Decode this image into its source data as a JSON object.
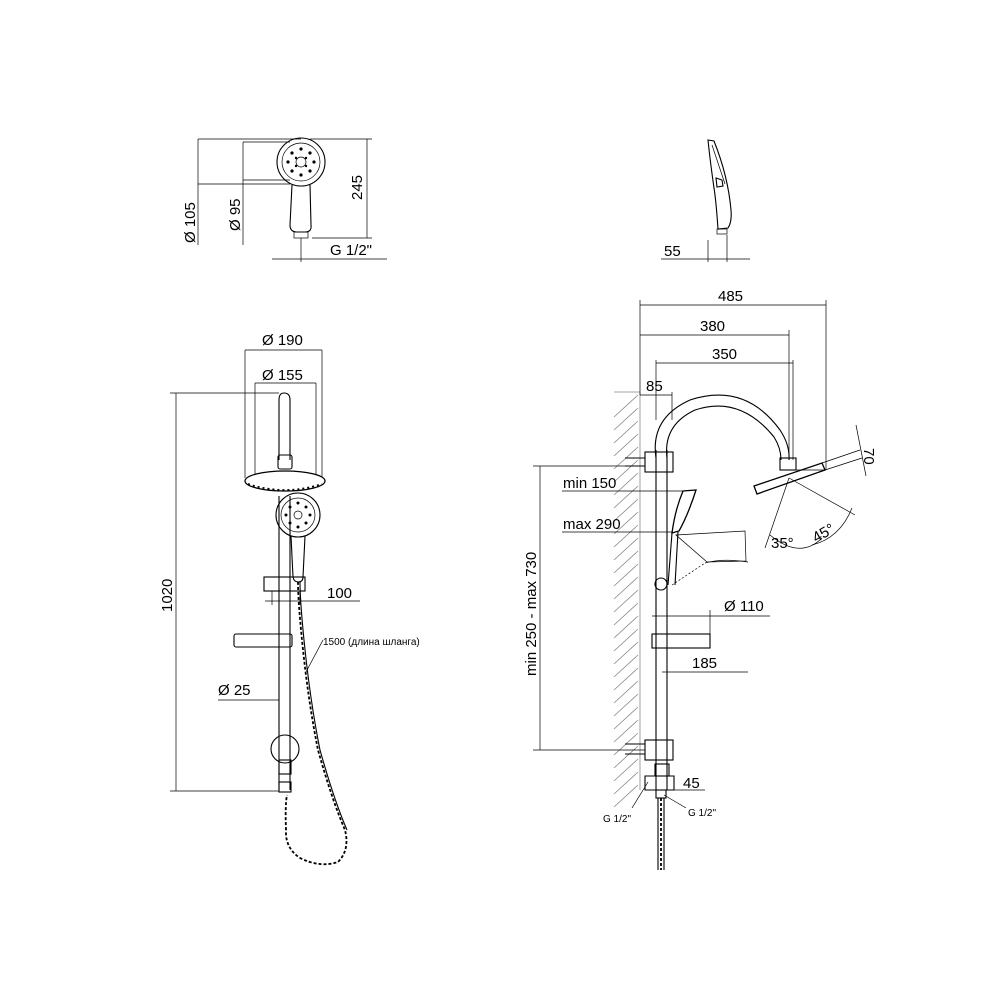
{
  "hand_shower_front": {
    "dia_outer": "Ø 105",
    "dia_inner": "Ø 95",
    "height": "245",
    "thread": "G 1/2\""
  },
  "hand_shower_side": {
    "depth": "55"
  },
  "front_view": {
    "top_outer": "Ø 190",
    "top_inner": "Ø 155",
    "total_height": "1020",
    "holder_offset": "100",
    "hose_length": "1500 (длина шланга)",
    "rail_dia": "Ø 25"
  },
  "side_view": {
    "reach_total": "485",
    "reach_arm": "380",
    "reach_head": "350",
    "wall_offset": "85",
    "head_thickness": "70",
    "angle_a": "35°",
    "angle_b": "45°",
    "min_holder": "min 150",
    "max_holder": "max 290",
    "bracket_range": "min 250 - max 730",
    "shelf_dia": "Ø 110",
    "shelf_depth": "185",
    "mixer_depth": "45",
    "thread_left": "G 1/2\"",
    "thread_right": "G 1/2\""
  }
}
